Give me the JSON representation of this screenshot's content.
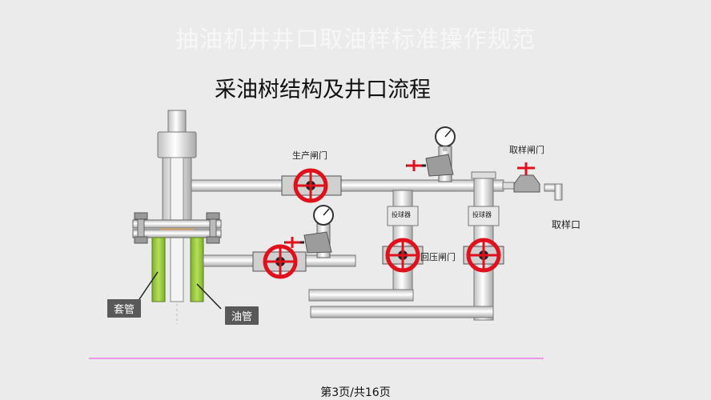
{
  "header": {
    "title": "抽油机井井口取油样标准操作规范"
  },
  "diagram": {
    "title": "采油树结构及井口流程",
    "labels": {
      "production_gate": "生产闸门",
      "sample_gate": "取样闸门",
      "sample_port": "取样口",
      "back_pressure_gate": "回压闸门",
      "casing": "套管",
      "tubing": "油管",
      "sweeper_1": "投球器",
      "sweeper_2": "投球器"
    },
    "colors": {
      "valve": "#e0101c",
      "pipe": "#e6e6e6",
      "pipe_stroke": "#777777",
      "casing": "#9ad13a",
      "rule": "#e99be7"
    },
    "icons": [
      "pressure-gauge-icon",
      "valve-wheel-icon",
      "needle-valve-icon"
    ]
  },
  "footer": {
    "page": "第3页/共16页"
  }
}
